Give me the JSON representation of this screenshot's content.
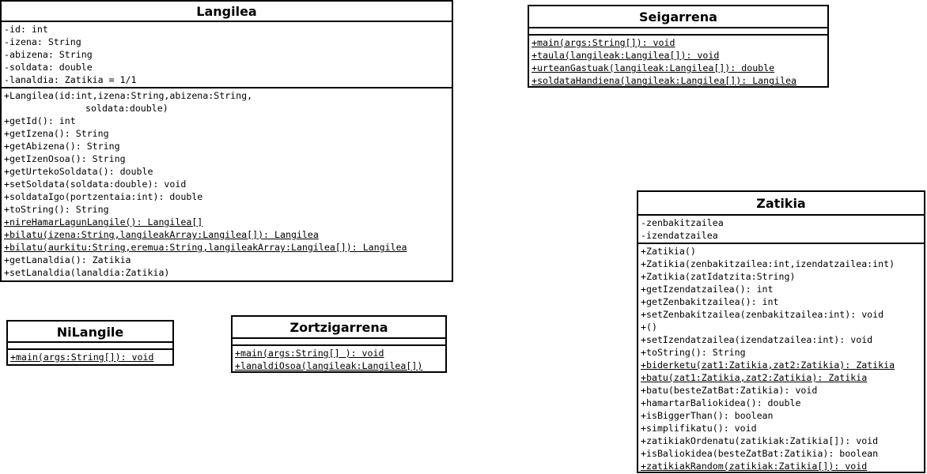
{
  "classes": {
    "langilea": {
      "name": "Langilea",
      "attributes": [
        "-id: int",
        "-izena: String",
        "-abizena: String",
        "-soldata: double",
        "-lanaldia: Zatikia = 1/1"
      ],
      "methods": [
        "+Langilea(id:int,izena:String,abizena:String,",
        "soldata:double)",
        "+getId(): int",
        "+getIzena(): String",
        "+getAbizena(): String",
        "+getIzenOsoa(): String",
        "+getUrtekoSoldata(): double",
        "+setSoldata(soldata:double): void",
        "+soldataIgo(portzentaia:int): double",
        "+toString(): String",
        "+nireHamarLagunLangile(): Langilea[]",
        "+bilatu(izena:String,langileakArray:Langilea[]): Langilea",
        "+bilatu(aurkitu:String,eremua:String,langileakArray:Langilea[]): Langilea",
        "+getLanaldia(): Zatikia",
        "+setLanaldia(lanaldia:Zatikia)"
      ]
    },
    "seigarrena": {
      "name": "Seigarrena",
      "methods": [
        "+main(args:String[]): void",
        "+taula(langileak:Langilea[]): void",
        "+urteanGastuak(langileak:Langilea[]): double",
        "+soldataHandiena(langileak:Langilea[]): Langilea"
      ]
    },
    "nilangile": {
      "name": "NiLangile",
      "methods": [
        "+main(args:String[]): void"
      ]
    },
    "zortzigarrena": {
      "name": "Zortzigarrena",
      "methods": [
        "+main(args:String[] ): void",
        "+lanaldiOsoa(langileak:Langilea[])"
      ]
    },
    "zatikia": {
      "name": "Zatikia",
      "attributes": [
        "-zenbakitzailea",
        "-izendatzailea"
      ],
      "methods": [
        "+Zatikia()",
        "+Zatikia(zenbakitzailea:int,izendatzailea:int)",
        "+Zatikia(zatIdatzita:String)",
        "+getIzendatzailea(): int",
        "+getZenbakitzailea(): int",
        "+setZenbakitzailea(zenbakitzailea:int): void",
        "+()",
        "+setIzendatzailea(izendatzailea:int): void",
        "+toString(): String",
        "+biderketu(zat1:Zatikia,zat2:Zatikia): Zatikia",
        "+batu(zat1:Zatikia,zat2:Zatikia): Zatikia",
        "+batu(besteZatBat:Zatikia): void",
        "+hamartarBaliokidea(): double",
        "+isBiggerThan(): boolean",
        "+simplifikatu(): void",
        "+zatikiakOrdenatu(zatikiak:Zatikia[]): void",
        "+isBaliokidea(besteZatBat:Zatikia): boolean",
        "+zatikiakRandom(zatikiak:Zatikia[]): void"
      ]
    }
  }
}
